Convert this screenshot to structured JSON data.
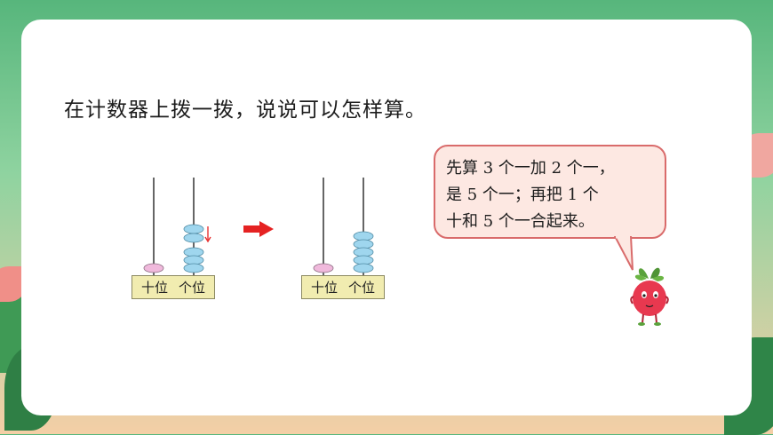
{
  "prompt": "在计数器上拨一拨，说说可以怎样算。",
  "abacus_before": {
    "tens_label": "十位",
    "ones_label": "个位",
    "tens_beads": 1,
    "ones_beads": 5
  },
  "abacus_after": {
    "tens_label": "十位",
    "ones_label": "个位",
    "tens_beads": 1,
    "ones_beads": 5
  },
  "speech": {
    "line1": "先算 3 个一加 2 个一，",
    "line2": "是 5 个一；再把 1 个",
    "line3": "十和 5 个一合起来。"
  },
  "colors": {
    "card": "#ffffff",
    "bead_blue": "#9fd6ee",
    "bead_pink": "#f0b9dc",
    "arrow_red": "#e52222",
    "bubble_fill": "#fde8e2",
    "bubble_border": "#d96b6b"
  }
}
